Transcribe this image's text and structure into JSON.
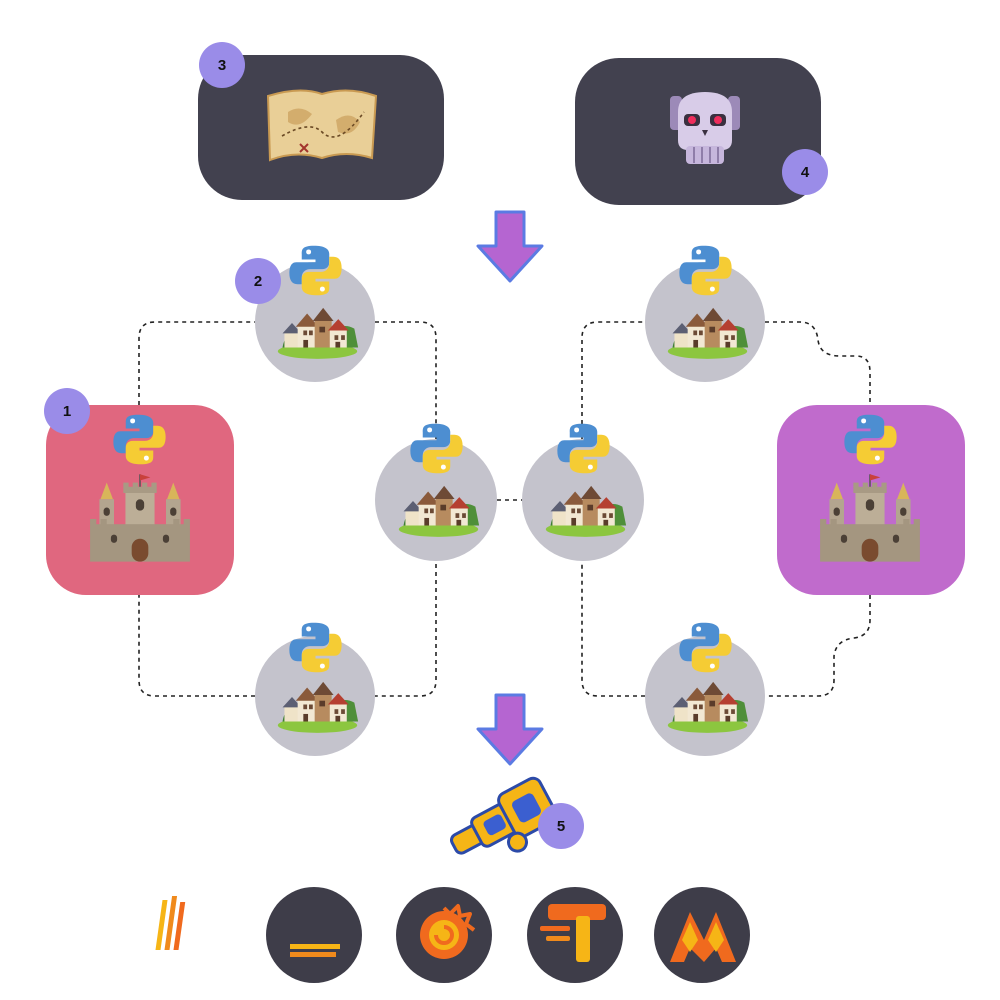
{
  "colors": {
    "background": "#ffffff",
    "dark_panel": "#42414f",
    "castle_left_bg": "#e0677f",
    "castle_right_bg": "#c06bcc",
    "village_circle": "#c4c3cc",
    "badge": "#9a8ce8",
    "arrow_fill": "#b565d1",
    "arrow_stroke": "#5b7be3",
    "python_blue": "#4d8ed1",
    "python_yellow": "#f5cc34",
    "tool_circle": "#3e3d49",
    "tool_orange": "#f06a1e",
    "tool_yellow": "#f6b516"
  },
  "badges": {
    "castle_left": "1",
    "village_top_left": "2",
    "map_panel": "3",
    "skull_panel": "4",
    "telescope": "5"
  },
  "icons": {
    "map": "treasure-map-icon",
    "skull": "robot-skull-icon",
    "python": "python-logo-icon",
    "village": "village-icon",
    "castle": "castle-icon",
    "telescope": "telescope-icon",
    "tools": [
      "loki-logo-icon",
      "grafana-logo-icon",
      "tempo-logo-icon",
      "mimir-logo-icon"
    ]
  }
}
